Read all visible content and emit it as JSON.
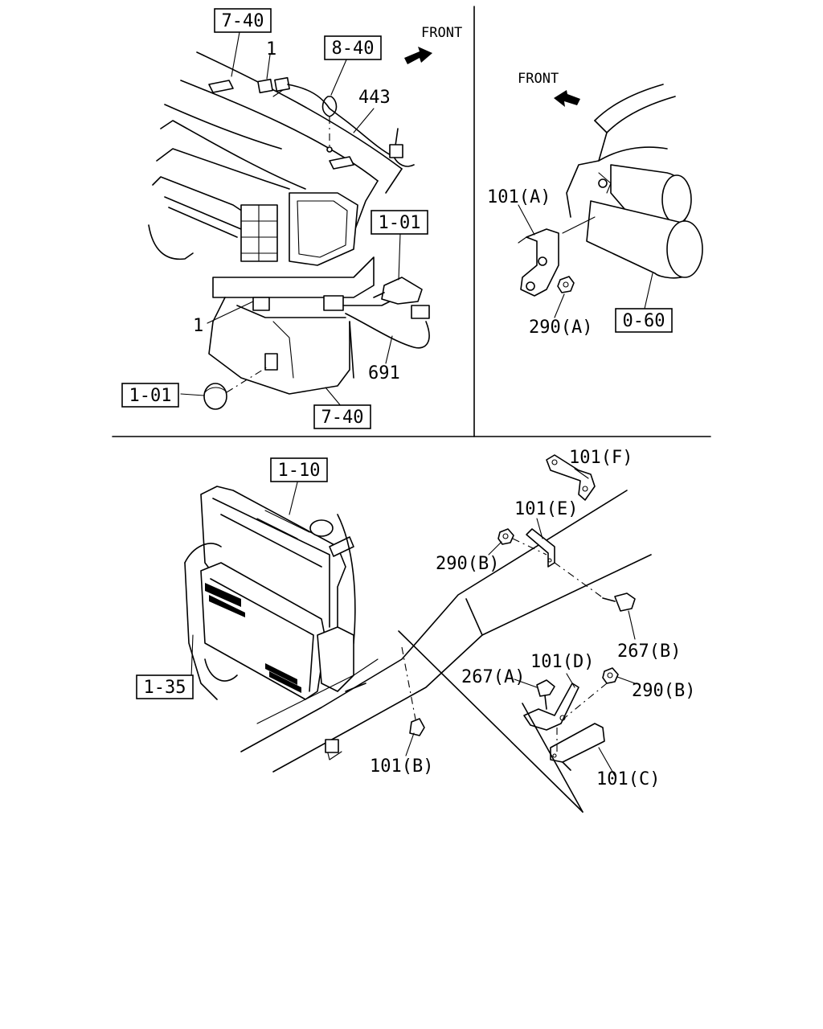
{
  "colors": {
    "ink": "#000000",
    "paper": "#ffffff"
  },
  "direction_labels": {
    "top_left": "FRONT",
    "top_right": "FRONT"
  },
  "boxed_references": {
    "cab_top": "7-40",
    "lamp": "8-40",
    "sensor_right": "1-01",
    "grommet_left": "1-01",
    "cab_bottom": "7-40",
    "starter": "0-60",
    "radiator": "1-10",
    "intercooler": "1-35"
  },
  "part_labels": {
    "connector_top": "1",
    "harness_443": "443",
    "connector_left": "1",
    "harness_691": "691",
    "bracket_101a": "101(A)",
    "nut_290a": "290(A)",
    "bracket_101f": "101(F)",
    "bracket_101e": "101(E)",
    "nut_290b_upper": "290(B)",
    "bolt_267b": "267(B)",
    "bracket_101d": "101(D)",
    "bolt_267a": "267(A)",
    "nut_290b_lower": "290(B)",
    "clip_101b": "101(B)",
    "bracket_101c": "101(C)"
  }
}
